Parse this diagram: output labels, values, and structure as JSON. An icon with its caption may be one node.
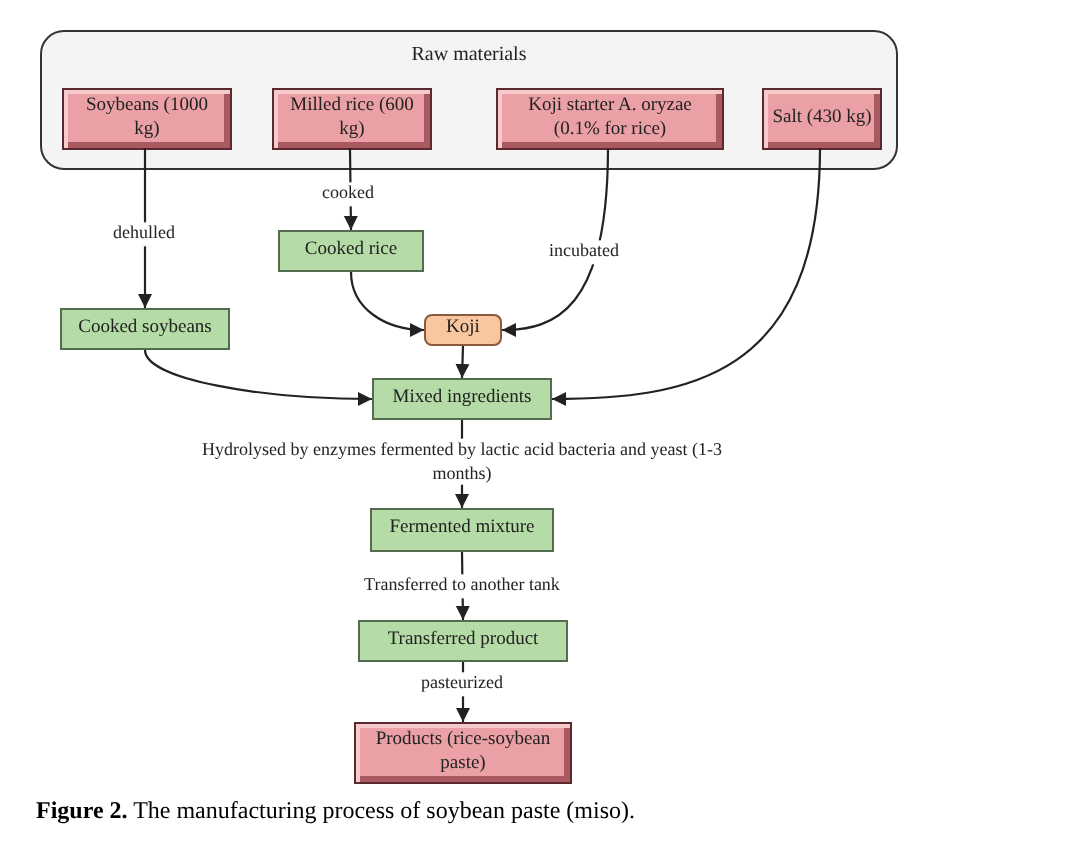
{
  "diagram": {
    "caption": "**Figure 2.** The manufacturing process of soybean paste (miso).",
    "nodes": [
      {
        "text": [
          "Raw materials"
        ]
      },
      {
        "text": [
          "Soybeans (1000 kg)"
        ],
        "in": 0
      },
      {
        "text": [
          "Milled rice (600 kg)"
        ],
        "in": 0
      },
      {
        "text": [
          "Koji starter A. oryzae (0.1% for rice)"
        ],
        "in": 0
      },
      {
        "text": [
          "Salt (430 kg)"
        ],
        "in": 0
      },
      {
        "text": [
          "Cooked rice"
        ]
      },
      {
        "text": [
          "Cooked soybeans"
        ]
      },
      {
        "text": [
          "Koji"
        ]
      },
      {
        "text": [
          "Mixed ingredients"
        ]
      },
      {
        "text": [
          "Fermented mixture"
        ]
      },
      {
        "text": [
          "Transferred product"
        ]
      },
      {
        "text": [
          "Products (rice-soybean paste)"
        ]
      }
    ],
    "edges": [
      {
        "from": 1,
        "to": 6,
        "arrow": "to",
        "label": "dehulled"
      },
      {
        "from": 2,
        "to": 5,
        "arrow": "to",
        "label": "cooked"
      },
      {
        "from": 5,
        "to": 7,
        "arrow": "to"
      },
      {
        "from": 3,
        "to": 7,
        "arrow": "to",
        "label": "incubated"
      },
      {
        "from": 6,
        "to": 8,
        "arrow": "to"
      },
      {
        "from": 4,
        "to": 8,
        "arrow": "to"
      },
      {
        "from": 7,
        "to": 8,
        "arrow": "to"
      },
      {
        "from": 8,
        "to": 9,
        "arrow": "to",
        "label": "Hydrolysed by enzymes fermented by lactic acid bacteria and yeast (1-3 months)"
      },
      {
        "from": 9,
        "to": 10,
        "arrow": "to",
        "label": "Transferred to another tank"
      },
      {
        "from": 10,
        "to": 11,
        "arrow": "to",
        "label": "pasteurized"
      }
    ]
  }
}
